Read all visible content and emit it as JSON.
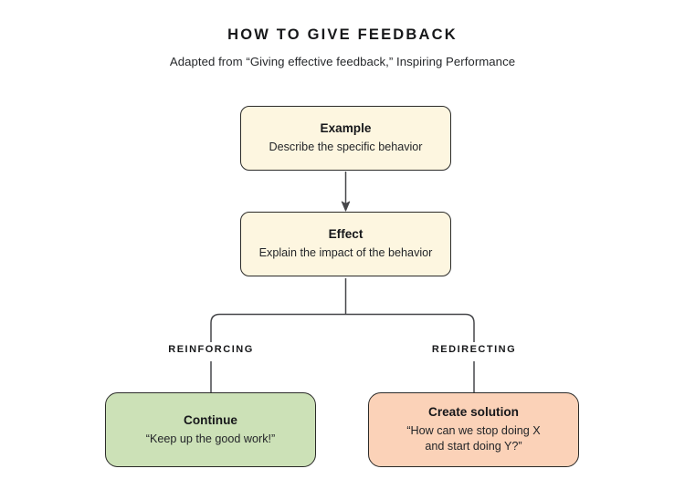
{
  "header": {
    "title": "HOW TO GIVE FEEDBACK",
    "subtitle": "Adapted from “Giving effective feedback,” Inspiring Performance"
  },
  "colors": {
    "background": "#ffffff",
    "cream_node": "#fdf6e0",
    "green_node": "#cce1b7",
    "orange_node": "#fbd2b8",
    "stroke": "#2b2b29",
    "connector": "#46474a",
    "text": "#17181a"
  },
  "diagram": {
    "type": "flowchart",
    "nodes": [
      {
        "id": "example",
        "title": "Example",
        "description": "Describe the specific behavior",
        "fill": "#fdf6e0"
      },
      {
        "id": "effect",
        "title": "Effect",
        "description": "Explain the impact of the behavior",
        "fill": "#fdf6e0"
      },
      {
        "id": "continue",
        "title": "Continue",
        "description": "“Keep up the good work!”",
        "fill": "#cce1b7"
      },
      {
        "id": "create-solution",
        "title": "Create solution",
        "description": "“How can we stop doing X\nand start doing Y?”",
        "fill": "#fbd2b8"
      }
    ],
    "branch_labels": {
      "left": "REINFORCING",
      "right": "REDIRECTING"
    },
    "edges": [
      {
        "from": "example",
        "to": "effect",
        "style": "arrow-down"
      },
      {
        "from": "effect",
        "to": "continue",
        "style": "elbow",
        "label": "REINFORCING"
      },
      {
        "from": "effect",
        "to": "create-solution",
        "style": "elbow",
        "label": "REDIRECTING"
      }
    ]
  }
}
